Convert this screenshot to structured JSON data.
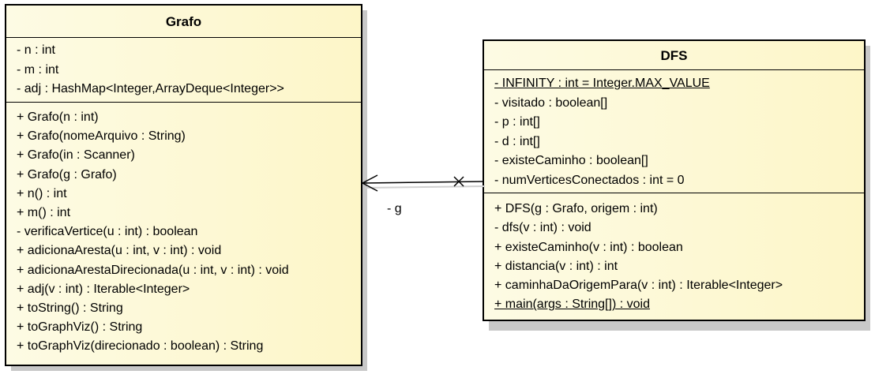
{
  "grafo": {
    "name": "Grafo",
    "attributes": [
      {
        "text": "- n : int",
        "static": false
      },
      {
        "text": "- m : int",
        "static": false
      },
      {
        "text": "- adj : HashMap<Integer,ArrayDeque<Integer>>",
        "static": false
      }
    ],
    "operations": [
      {
        "text": "+ Grafo(n : int)",
        "static": false
      },
      {
        "text": "+ Grafo(nomeArquivo : String)",
        "static": false
      },
      {
        "text": "+ Grafo(in : Scanner)",
        "static": false
      },
      {
        "text": "+ Grafo(g : Grafo)",
        "static": false
      },
      {
        "text": "+ n() : int",
        "static": false
      },
      {
        "text": "+ m() : int",
        "static": false
      },
      {
        "text": "- verificaVertice(u : int) : boolean",
        "static": false
      },
      {
        "text": "+ adicionaAresta(u : int, v : int) : void",
        "static": false
      },
      {
        "text": "+ adicionaArestaDirecionada(u : int, v : int) : void",
        "static": false
      },
      {
        "text": "+ adj(v : int) : Iterable<Integer>",
        "static": false
      },
      {
        "text": "+ toString() : String",
        "static": false
      },
      {
        "text": "+ toGraphViz() : String",
        "static": false
      },
      {
        "text": "+ toGraphViz(direcionado : boolean) : String",
        "static": false
      }
    ]
  },
  "dfs": {
    "name": "DFS",
    "attributes": [
      {
        "text": "- INFINITY : int = Integer.MAX_VALUE",
        "static": true
      },
      {
        "text": "- visitado : boolean[]",
        "static": false
      },
      {
        "text": "- p : int[]",
        "static": false
      },
      {
        "text": "- d : int[]",
        "static": false
      },
      {
        "text": "- existeCaminho : boolean[]",
        "static": false
      },
      {
        "text": "- numVerticesConectados : int = 0",
        "static": false
      }
    ],
    "operations": [
      {
        "text": "+ DFS(g : Grafo, origem : int)",
        "static": false
      },
      {
        "text": "- dfs(v : int) : void",
        "static": false
      },
      {
        "text": "+ existeCaminho(v : int) : boolean",
        "static": false
      },
      {
        "text": "+ distancia(v : int) : int",
        "static": false
      },
      {
        "text": "+ caminhaDaOrigemPara(v : int) : Iterable<Integer>",
        "static": false
      },
      {
        "text": "+ main(args : String[]) : void",
        "static": true
      }
    ]
  },
  "association": {
    "role_label": "- g",
    "navigability": "arrow-to-Grafo",
    "source_end": "x-mark-at-DFS"
  }
}
